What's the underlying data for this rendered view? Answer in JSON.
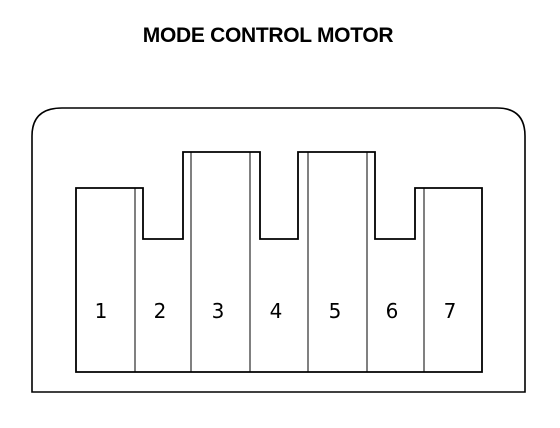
{
  "title": "MODE CONTROL MOTOR",
  "connector": {
    "pins": [
      {
        "number": "1",
        "slot": "low"
      },
      {
        "number": "2",
        "slot": "notch"
      },
      {
        "number": "3",
        "slot": "high"
      },
      {
        "number": "4",
        "slot": "notch"
      },
      {
        "number": "5",
        "slot": "high"
      },
      {
        "number": "6",
        "slot": "notch"
      },
      {
        "number": "7",
        "slot": "low"
      }
    ]
  }
}
